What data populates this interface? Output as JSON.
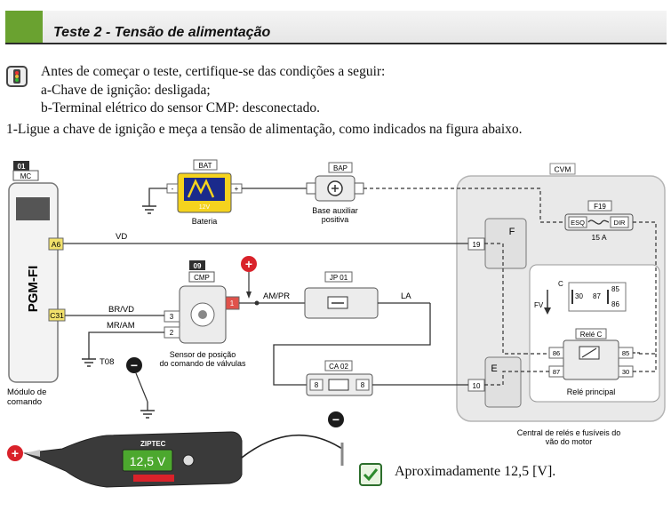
{
  "header": {
    "title": "Teste 2 - Tensão de alimentação"
  },
  "instructions": {
    "intro": "Antes de começar o teste, certifique-se das condições a seguir:",
    "a": "a-Chave de ignição: desligada;",
    "b": "b-Terminal elétrico do sensor CMP: desconectado.",
    "step1": "1-Ligue a chave de ignição e meça a tensão de alimentação, como indicados na figura abaixo."
  },
  "diagram": {
    "mc_num": "01",
    "mc_tag": "MC",
    "mc_box": "PGM-FI",
    "mc_caption_1": "Módulo de",
    "mc_caption_2": "comando",
    "pin_a6": "A6",
    "pin_c31": "C31",
    "bat_tag": "BAT",
    "bat_caption": "Bateria",
    "bat_minus": "-",
    "bat_plus": "+",
    "bat_label": "12V",
    "bap_tag": "BAP",
    "bap_caption_1": "Base auxiliar",
    "bap_caption_2": "positiva",
    "cvm_tag": "CVM",
    "cvm_caption_1": "Central de relés e fusíveis do",
    "cvm_caption_2": "vão do motor",
    "f19_tag": "F19",
    "f19_esq": "ESQ",
    "f19_dir": "DIR",
    "f19_amp": "15 A",
    "conn_f": "F",
    "conn_e": "E",
    "pin_19": "19",
    "pin_10": "10",
    "relay_c_label": "C",
    "relay_30": "30",
    "relay_87": "87",
    "relay_85": "85",
    "relay_86": "86",
    "fv_label": "FV",
    "rele_c_tag": "Relé C",
    "rele_principal": "Relé principal",
    "wire_vd": "VD",
    "wire_br_vd": "BR/VD",
    "wire_mr_am": "MR/AM",
    "wire_am_pr": "AM/PR",
    "wire_la": "LA",
    "t08": "T08",
    "cmp_num": "09",
    "cmp_tag": "CMP",
    "cmp_pin_3": "3",
    "cmp_pin_2": "2",
    "cmp_pin_1": "1",
    "cmp_caption_1": "Sensor de posição",
    "cmp_caption_2": "do comando de válvulas",
    "jp01_tag": "JP 01",
    "ca02_tag": "CA 02",
    "ca02_left": "8",
    "ca02_right": "8",
    "plus_symbol": "+",
    "minus_symbol": "−",
    "meter_brand": "ZIPTEC",
    "meter_reading": "12,5 V"
  },
  "result": {
    "text": "Aproximadamente 12,5 [V]."
  },
  "colors": {
    "accent": "#6aa230",
    "connector_yellow": "#f2e16b",
    "probe_red": "#d9222a",
    "display_green": "#4ca82e"
  }
}
